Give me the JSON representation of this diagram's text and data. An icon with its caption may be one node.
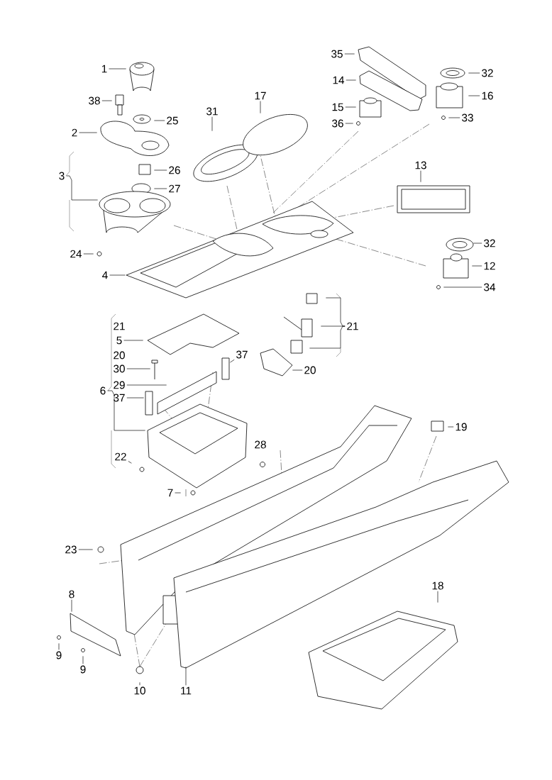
{
  "diagram": {
    "nodes": [
      {
        "text": [
          "35"
        ]
      },
      {
        "text": [
          "1"
        ]
      },
      {
        "text": [
          "32"
        ]
      },
      {
        "text": [
          "14"
        ]
      },
      {
        "text": [
          "16"
        ]
      },
      {
        "text": [
          "17"
        ]
      },
      {
        "text": [
          "38"
        ]
      },
      {
        "text": [
          "15"
        ]
      },
      {
        "text": [
          "31"
        ]
      },
      {
        "text": [
          "33"
        ]
      },
      {
        "text": [
          "25"
        ]
      },
      {
        "text": [
          "36"
        ]
      },
      {
        "text": [
          "2"
        ]
      },
      {
        "text": [
          "13"
        ]
      },
      {
        "text": [
          "26"
        ]
      },
      {
        "text": [
          "3"
        ]
      },
      {
        "text": [
          "27"
        ]
      },
      {
        "text": [
          "32"
        ]
      },
      {
        "text": [
          "24"
        ]
      },
      {
        "text": [
          "12"
        ]
      },
      {
        "text": [
          "4"
        ]
      },
      {
        "text": [
          "34"
        ]
      },
      {
        "text": [
          "21"
        ]
      },
      {
        "text": [
          "5"
        ]
      },
      {
        "text": [
          "37"
        ]
      },
      {
        "text": [
          "30"
        ]
      },
      {
        "text": [
          "20"
        ]
      },
      {
        "text": [
          "29"
        ]
      },
      {
        "text": [
          "6"
        ]
      },
      {
        "text": [
          "37"
        ]
      },
      {
        "text": [
          "19"
        ]
      },
      {
        "text": [
          "22"
        ]
      },
      {
        "text": [
          "7"
        ]
      },
      {
        "text": [
          "23"
        ]
      },
      {
        "text": [
          "18"
        ]
      },
      {
        "text": [
          "8"
        ]
      },
      {
        "text": [
          "9"
        ]
      },
      {
        "text": [
          "9"
        ]
      },
      {
        "text": [
          "10"
        ]
      },
      {
        "text": [
          "11"
        ]
      }
    ],
    "edges": [
      {
        "from": 0,
        "to": null,
        "arrow": "none"
      },
      {
        "from": 1,
        "to": null,
        "arrow": "none"
      },
      {
        "from": 2,
        "to": null,
        "arrow": "none"
      },
      {
        "from": 3,
        "to": null,
        "arrow": "none"
      },
      {
        "from": 4,
        "to": null,
        "arrow": "none"
      },
      {
        "from": 5,
        "to": null,
        "arrow": "none"
      },
      {
        "from": 6,
        "to": null,
        "arrow": "none"
      },
      {
        "from": 7,
        "to": null,
        "arrow": "none"
      },
      {
        "from": 8,
        "to": null,
        "arrow": "none"
      },
      {
        "from": 9,
        "to": null,
        "arrow": "none"
      },
      {
        "from": 10,
        "to": null,
        "arrow": "none"
      },
      {
        "from": 11,
        "to": null,
        "arrow": "none"
      },
      {
        "from": 12,
        "to": null,
        "arrow": "none"
      },
      {
        "from": 13,
        "to": null,
        "arrow": "none"
      },
      {
        "from": 14,
        "to": null,
        "arrow": "none"
      },
      {
        "from": 15,
        "to": null,
        "arrow": "none"
      },
      {
        "from": 16,
        "to": null,
        "arrow": "none"
      },
      {
        "from": 17,
        "to": null,
        "arrow": "none"
      },
      {
        "from": 18,
        "to": null,
        "arrow": "none"
      },
      {
        "from": 19,
        "to": null,
        "arrow": "none"
      },
      {
        "from": 20,
        "to": null,
        "arrow": "none"
      },
      {
        "from": 21,
        "to": null,
        "arrow": "none"
      },
      {
        "from": 22,
        "to": null,
        "arrow": "none"
      },
      {
        "from": 22,
        "to": null,
        "arrow": "none"
      },
      {
        "from": 22,
        "to": null,
        "arrow": "none"
      },
      {
        "from": 23,
        "to": null,
        "arrow": "none"
      },
      {
        "from": 24,
        "to": null,
        "arrow": "none"
      },
      {
        "from": 25,
        "to": null,
        "arrow": "none"
      },
      {
        "from": 26,
        "to": null,
        "arrow": "none"
      },
      {
        "from": 27,
        "to": null,
        "arrow": "none"
      },
      {
        "from": 28,
        "to": null,
        "arrow": "none"
      },
      {
        "from": 29,
        "to": null,
        "arrow": "none"
      },
      {
        "from": 30,
        "to": null,
        "arrow": "none"
      },
      {
        "from": 31,
        "to": null,
        "arrow": "none"
      },
      {
        "from": 32,
        "to": null,
        "arrow": "none"
      },
      {
        "from": 33,
        "to": null,
        "arrow": "none"
      },
      {
        "from": 34,
        "to": null,
        "arrow": "none"
      },
      {
        "from": 35,
        "to": null,
        "arrow": "none"
      },
      {
        "from": 36,
        "to": null,
        "arrow": "none"
      },
      {
        "from": 37,
        "to": null,
        "arrow": "none"
      },
      {
        "from": 38,
        "to": null,
        "arrow": "none"
      },
      {
        "from": 39,
        "to": null,
        "arrow": "none"
      }
    ],
    "labels": [
      "21",
      "20",
      "28"
    ]
  }
}
